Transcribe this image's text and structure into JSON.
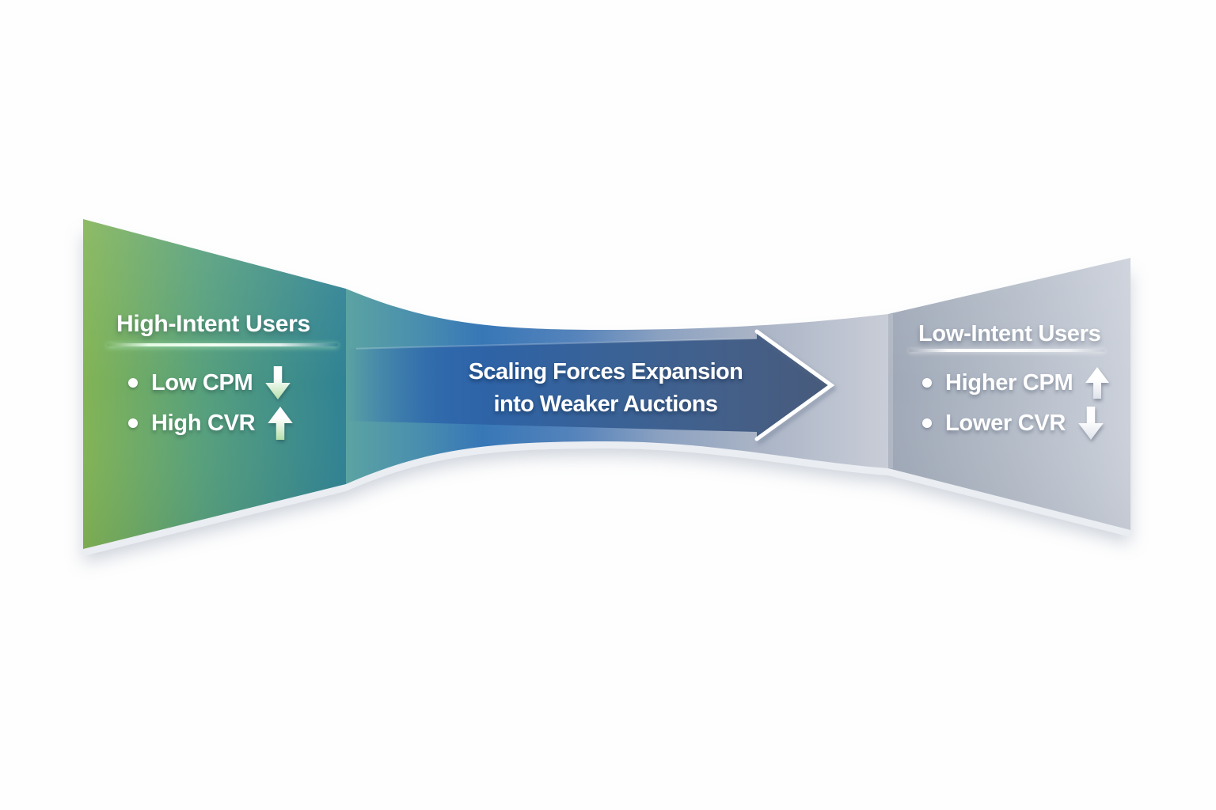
{
  "diagram": {
    "title_hint": "Audience intent funnel: scaling expands ads from high-intent to low-intent users",
    "background_color": "#fefefe",
    "left_panel": {
      "title": "High-Intent Users",
      "bullets": [
        {
          "label": "Low CPM",
          "arrow": "down"
        },
        {
          "label": "High CVR",
          "arrow": "up"
        }
      ],
      "colors": {
        "gradient_start": "#7fb254",
        "gradient_end": "#2f8294"
      }
    },
    "center_arrow": {
      "line1": "Scaling Forces Expansion",
      "line2": "into Weaker Auctions",
      "colors": {
        "band_start": "#2d68ae",
        "band_end": "#475a7b",
        "funnel_blue": "#3777b7",
        "funnel_gray": "#c9cdd7"
      }
    },
    "right_panel": {
      "title": "Low-Intent Users",
      "bullets": [
        {
          "label": "Higher CPM",
          "arrow": "up"
        },
        {
          "label": "Lower CVR",
          "arrow": "down"
        }
      ],
      "colors": {
        "gradient_start": "#9fa8b7",
        "gradient_end": "#ccd1db"
      }
    }
  }
}
